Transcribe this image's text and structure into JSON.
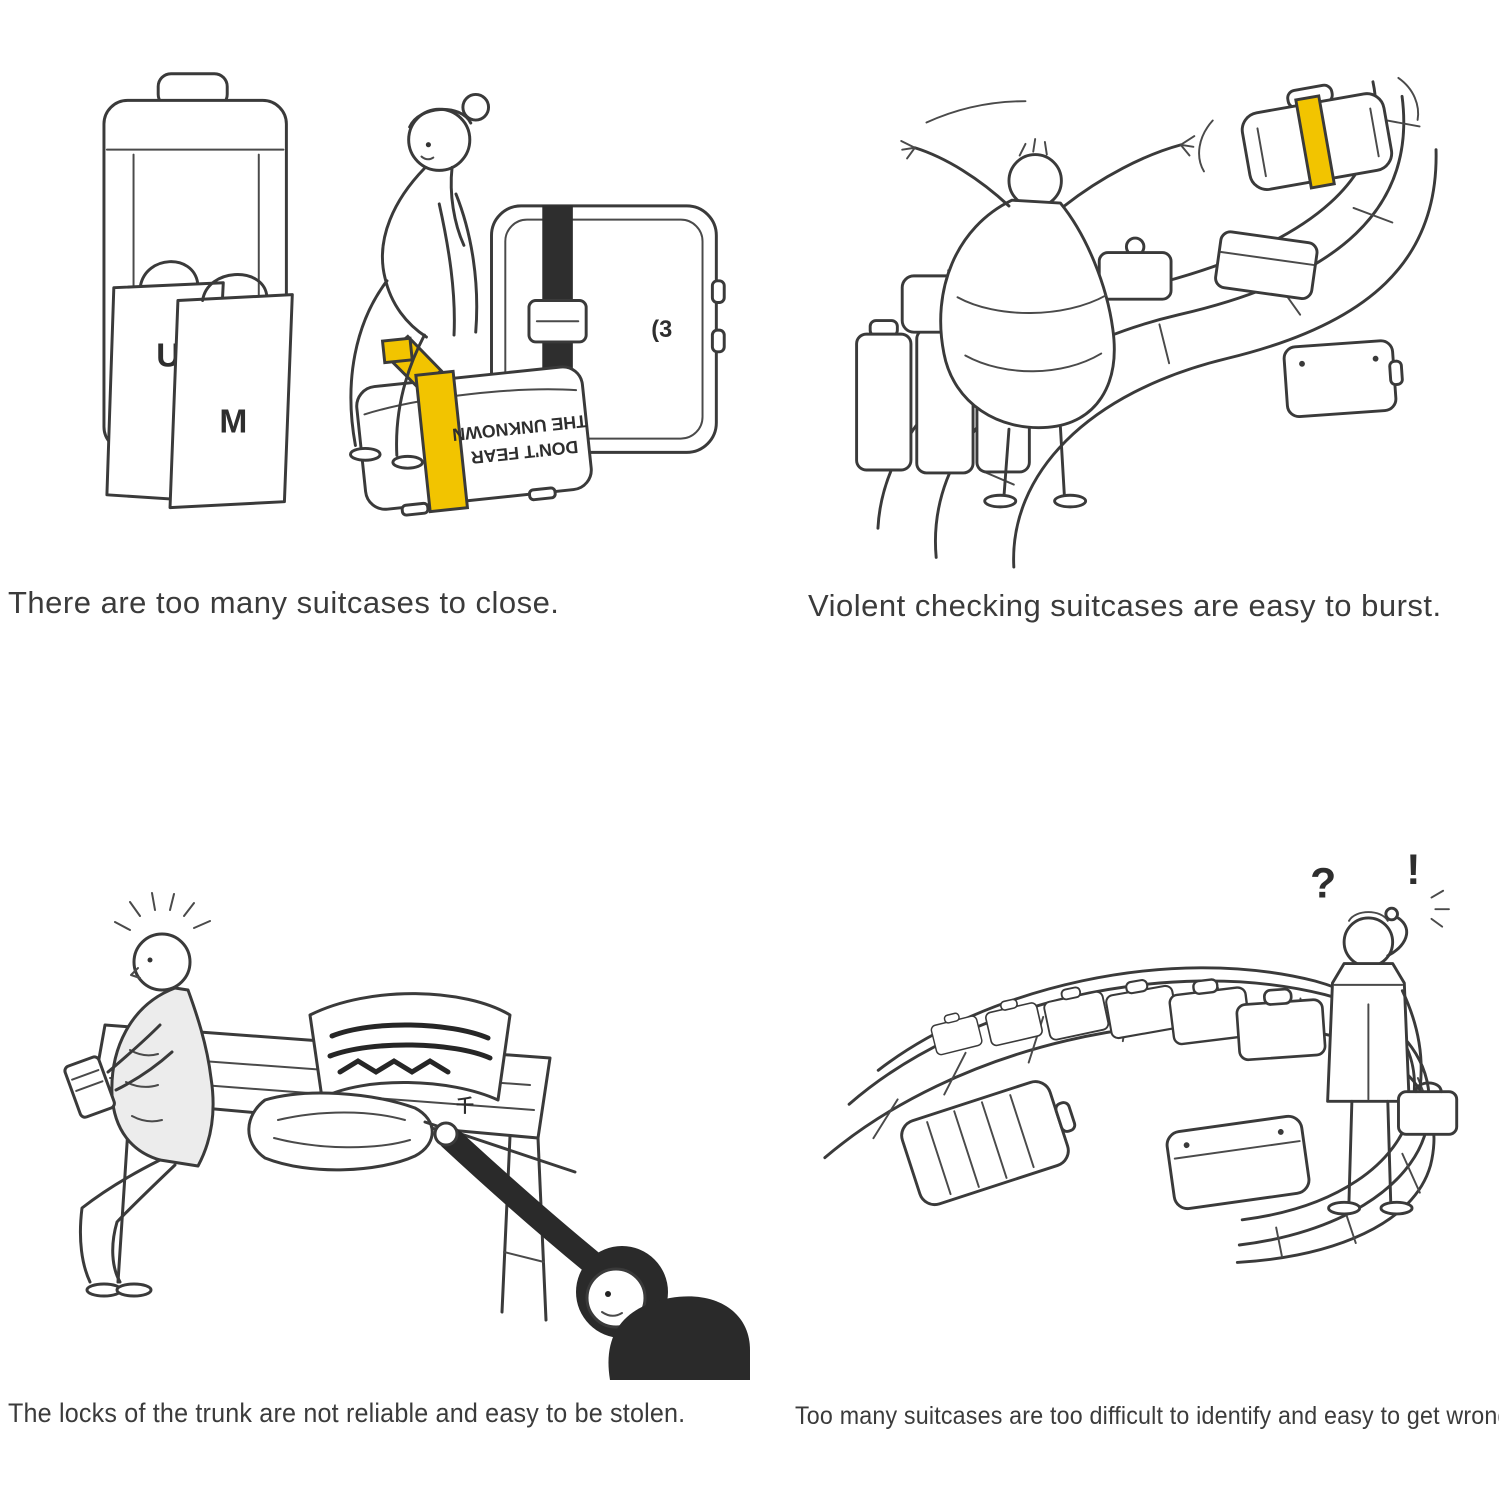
{
  "page": {
    "background": "#ffffff"
  },
  "colors": {
    "line": "#3a3a3a",
    "strap_yellow": "#f2c400",
    "dark_strap": "#2e2e2e",
    "caption_text": "#3b3b3b"
  },
  "panels": [
    {
      "id": "overpacked-suitcases",
      "caption": "There are too many suitcases to close.",
      "art_text": {
        "strap_line1": "DON'T FEAR",
        "strap_line2": "THE UNKNOWN",
        "bag_letter_u": "U",
        "bag_letter_m": "M",
        "suitcase_mark": "(3"
      }
    },
    {
      "id": "violent-checking",
      "caption": "Violent checking suitcases are easy to burst."
    },
    {
      "id": "unreliable-locks",
      "caption": "The locks of the trunk are not reliable and easy to be stolen.",
      "art_text": {
        "tag_mark": "千"
      }
    },
    {
      "id": "hard-to-identify",
      "caption": "Too many suitcases are too difficult to identify and easy to get wrong. .",
      "art_text": {
        "question_mark": "?",
        "exclamation_mark": "!"
      }
    }
  ]
}
